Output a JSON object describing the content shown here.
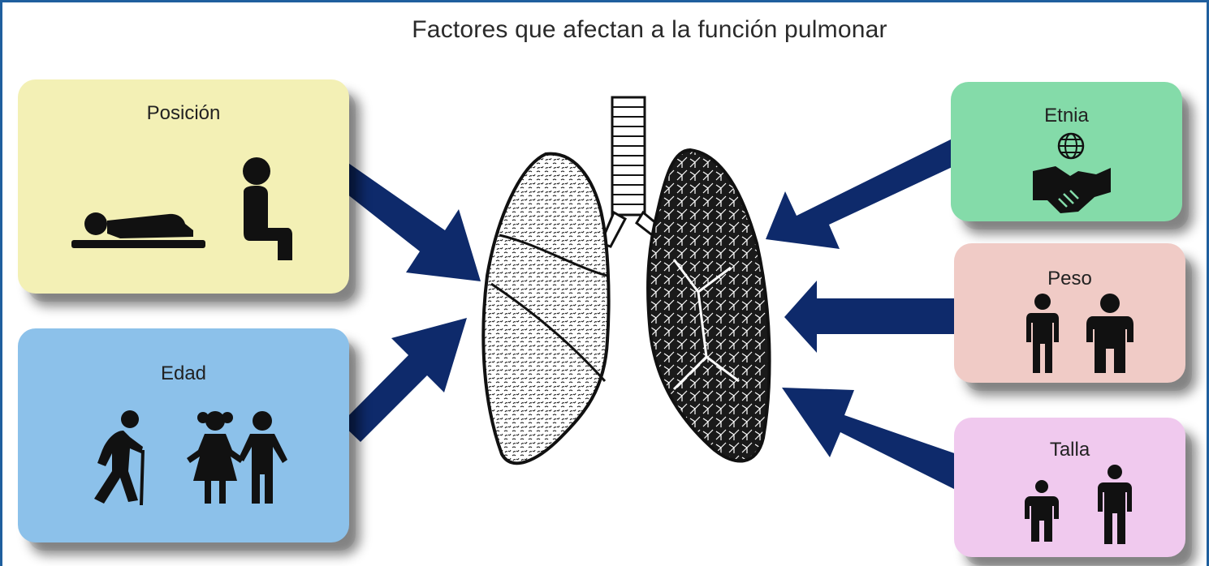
{
  "title": "Factores que afectan a la función pulmonar",
  "factors": {
    "posicion": {
      "label": "Posición",
      "icons": [
        "lying-person-icon",
        "seated-person-icon"
      ]
    },
    "edad": {
      "label": "Edad",
      "icons": [
        "elderly-with-cane-icon",
        "children-holding-hands-icon"
      ]
    },
    "etnia": {
      "label": "Etnia",
      "icons": [
        "globe-icon",
        "handshake-icon"
      ]
    },
    "peso": {
      "label": "Peso",
      "icons": [
        "slim-person-icon",
        "heavy-person-icon"
      ]
    },
    "talla": {
      "label": "Talla",
      "icons": [
        "short-person-icon",
        "tall-person-icon"
      ]
    }
  },
  "colors": {
    "posicion": "#f3f0b5",
    "edad": "#8cc1ea",
    "etnia": "#84dba9",
    "peso": "#f0cbc6",
    "talla": "#f0c9ee",
    "arrow": "#0e2a6b"
  },
  "center": {
    "icon": "lungs-illustration"
  }
}
